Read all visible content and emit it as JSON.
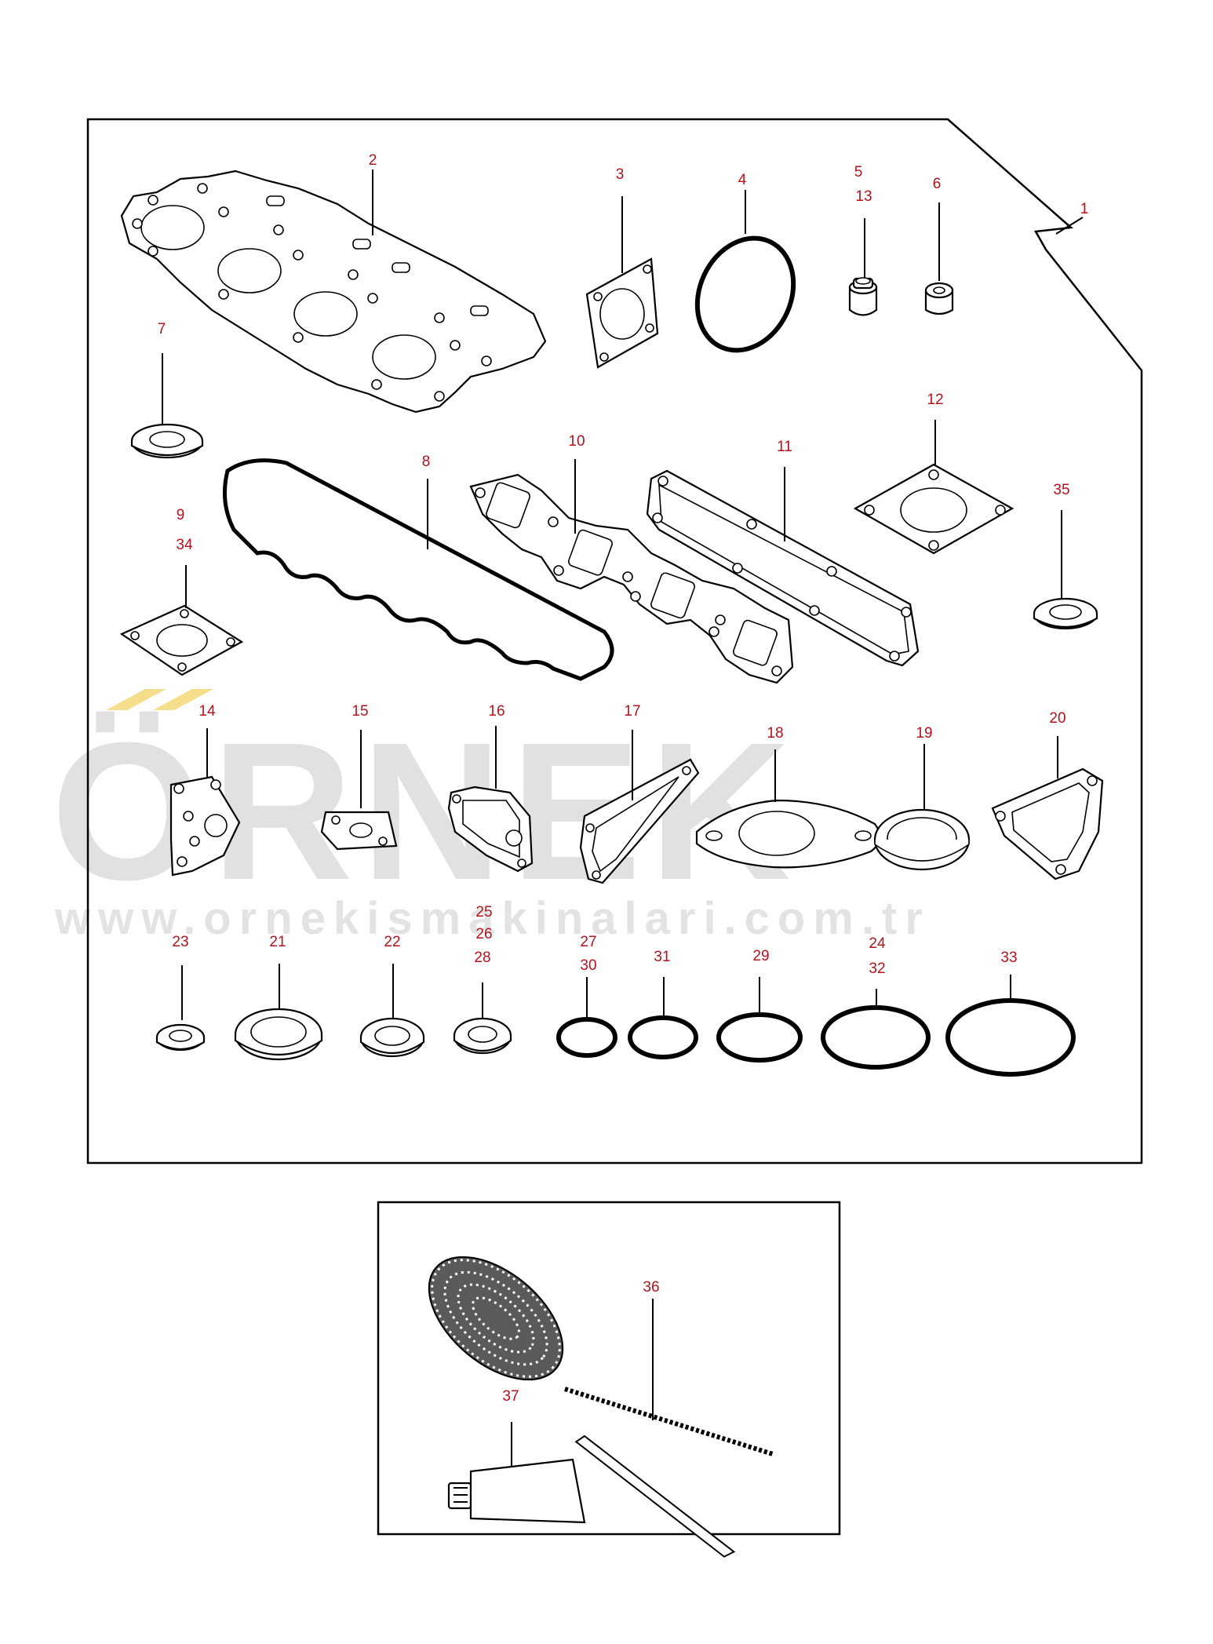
{
  "labels": {
    "l1": "1",
    "l2": "2",
    "l3": "3",
    "l4": "4",
    "l5": "5",
    "l6": "6",
    "l7": "7",
    "l8": "8",
    "l9": "9",
    "l10": "10",
    "l11": "11",
    "l12": "12",
    "l13": "13",
    "l14": "14",
    "l15": "15",
    "l16": "16",
    "l17": "17",
    "l18": "18",
    "l19": "19",
    "l20": "20",
    "l21": "21",
    "l22": "22",
    "l23": "23",
    "l24": "24",
    "l25": "25",
    "l26": "26",
    "l27": "27",
    "l28": "28",
    "l29": "29",
    "l30": "30",
    "l31": "31",
    "l32": "32",
    "l33": "33",
    "l34": "34",
    "l35": "35",
    "l36": "36",
    "l37": "37"
  },
  "watermark": {
    "brand": "ÖRNEK",
    "url": "www.ornekismakinalari.com.tr"
  },
  "colors": {
    "label": "#b5121b",
    "watermark": "#e1e1e4",
    "watermark_accent": "#f6dd8c"
  }
}
